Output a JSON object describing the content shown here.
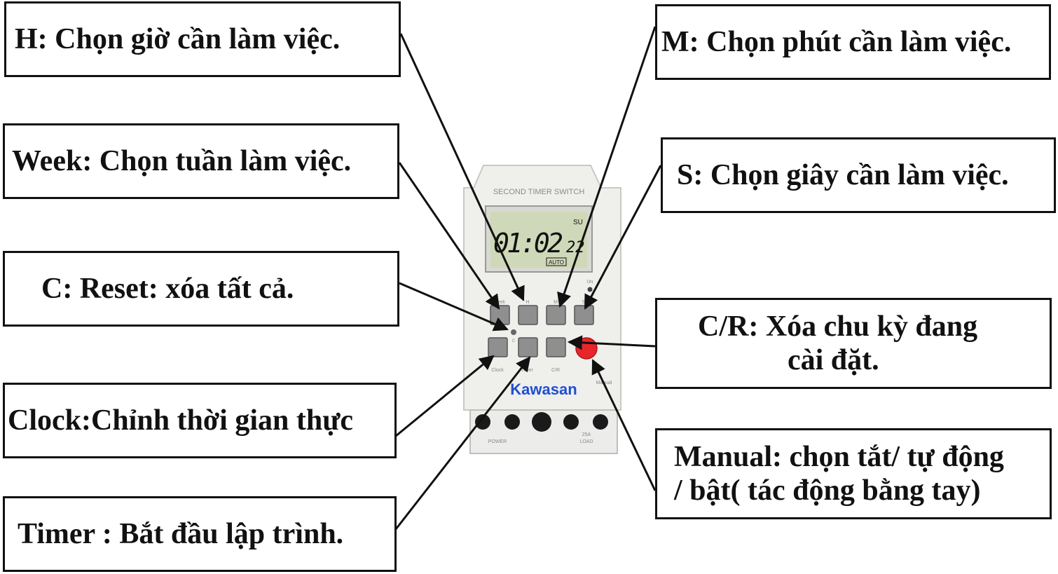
{
  "labels": {
    "h": "H: Chọn giờ cần làm việc.",
    "week": "Week: Chọn tuần làm việc.",
    "c": "C: Reset: xóa tất cả.",
    "clock": "Clock:Chỉnh thời gian thực",
    "timer": "Timer : Bắt đầu lập trình.",
    "m": "M: Chọn phút cần làm việc.",
    "s": "S: Chọn giây cần làm việc.",
    "cr_line1": "C/R: Xóa chu kỳ đang",
    "cr_line2": "cài đặt.",
    "manual_line1": "Manual: chọn tắt/ tự động",
    "manual_line2": "/ bật( tác động bằng tay)"
  },
  "device": {
    "title": "SECOND TIMER SWITCH",
    "brand": "Kawasan",
    "display_time": "01:02",
    "display_seconds": "22",
    "display_day": "SU",
    "display_mode": "AUTO",
    "btn_week": "Week",
    "btn_h": "H",
    "btn_m": "M",
    "btn_s": "S",
    "btn_clock": "Clock",
    "btn_timer": "Timer",
    "btn_cr": "C/R",
    "btn_c": "C",
    "btn_manual": "Manual",
    "indicator": "ON",
    "terminal_power": "POWER",
    "terminal_rating": "25A",
    "terminal_load": "LOAD"
  },
  "colors": {
    "device_body": "#eeeeea",
    "lcd": "#cfd8b8",
    "button": "#8f8f8f",
    "manual_button": "#e8262a",
    "brand": "#1f4fd1"
  }
}
